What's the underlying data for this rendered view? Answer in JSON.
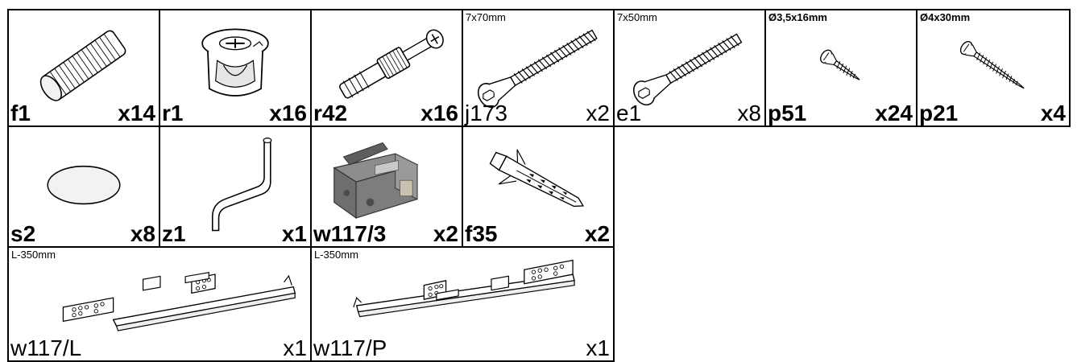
{
  "parts": [
    {
      "code": "f1",
      "qty": "x14",
      "icon": "dowel-icon"
    },
    {
      "code": "r1",
      "qty": "x16",
      "icon": "cam-lock-icon"
    },
    {
      "code": "r42",
      "qty": "x16",
      "icon": "cam-bolt-icon"
    },
    {
      "code": "j173",
      "qty": "x2",
      "size": "7x70mm",
      "icon": "confirmat-screw-icon"
    },
    {
      "code": "e1",
      "qty": "x8",
      "size": "7x50mm",
      "icon": "confirmat-screw-icon"
    },
    {
      "code": "p51",
      "qty": "x24",
      "size": "Ø3,5x16mm",
      "icon": "wood-screw-icon"
    },
    {
      "code": "p21",
      "qty": "x4",
      "size": "Ø4x30mm",
      "icon": "wood-screw-icon"
    },
    {
      "code": "s2",
      "qty": "x8",
      "icon": "felt-pad-icon"
    },
    {
      "code": "z1",
      "qty": "x1",
      "icon": "hex-key-icon"
    },
    {
      "code": "w117/3",
      "qty": "x2",
      "icon": "drawer-lock-clip-icon"
    },
    {
      "code": "f35",
      "qty": "x2",
      "icon": "wall-plug-icon"
    },
    {
      "code": "w117/L",
      "qty": "x1",
      "size": "L-350mm",
      "icon": "drawer-runner-left-icon"
    },
    {
      "code": "w117/P",
      "qty": "x1",
      "size": "L-350mm",
      "icon": "drawer-runner-right-icon"
    }
  ]
}
